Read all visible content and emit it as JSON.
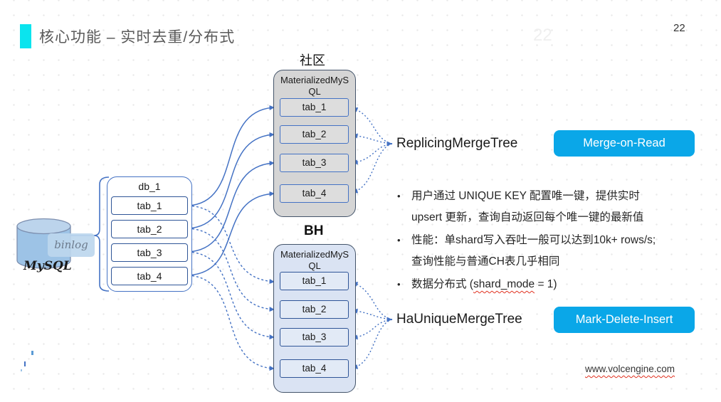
{
  "header": {
    "title": "核心功能 – 实时去重/分布式",
    "page_number": "22",
    "page_number_watermark": "22"
  },
  "source": {
    "database_label": "MySQL",
    "binlog_label": "binlog",
    "db_title": "db_1",
    "tables": [
      "tab_1",
      "tab_2",
      "tab_3",
      "tab_4"
    ]
  },
  "community": {
    "group_label": "社区",
    "engine_title": "MaterializedMySQL",
    "tables": [
      "tab_1",
      "tab_2",
      "tab_3",
      "tab_4"
    ],
    "tree_label": "ReplicingMergeTree",
    "badge_label": "Merge-on-Read"
  },
  "bh": {
    "group_label": "BH",
    "engine_title": "MaterializedMySQL",
    "tables": [
      "tab_1",
      "tab_2",
      "tab_3",
      "tab_4"
    ],
    "tree_label": "HaUniqueMergeTree",
    "badge_label": "Mark-Delete-Insert"
  },
  "notes": {
    "bullet_marker": "•",
    "bullet1_lines": [
      "用户通过 UNIQUE KEY 配置唯一键，提供实时",
      "upsert 更新，查询自动返回每个唯一键的最新值"
    ],
    "bullet2_lines": [
      "性能：单shard写入吞吐一般可以达到10k+ rows/s;",
      "查询性能与普通CH表几乎相同"
    ],
    "bullet3_prefix": "数据分布式 (",
    "bullet3_code": "shard_mode",
    "bullet3_suffix": " = 1)"
  },
  "footer": {
    "url": "www.volcengine.com"
  },
  "colors": {
    "accent_cyan": "#0ae4ee",
    "badge_blue": "#0aa7e8",
    "connector_blue": "#4472c4",
    "community_fill": "#d5d5d5",
    "bh_fill": "#dae3f3",
    "cylinder_fill": "#9dc3e6",
    "box_border_dark": "#44546a"
  }
}
